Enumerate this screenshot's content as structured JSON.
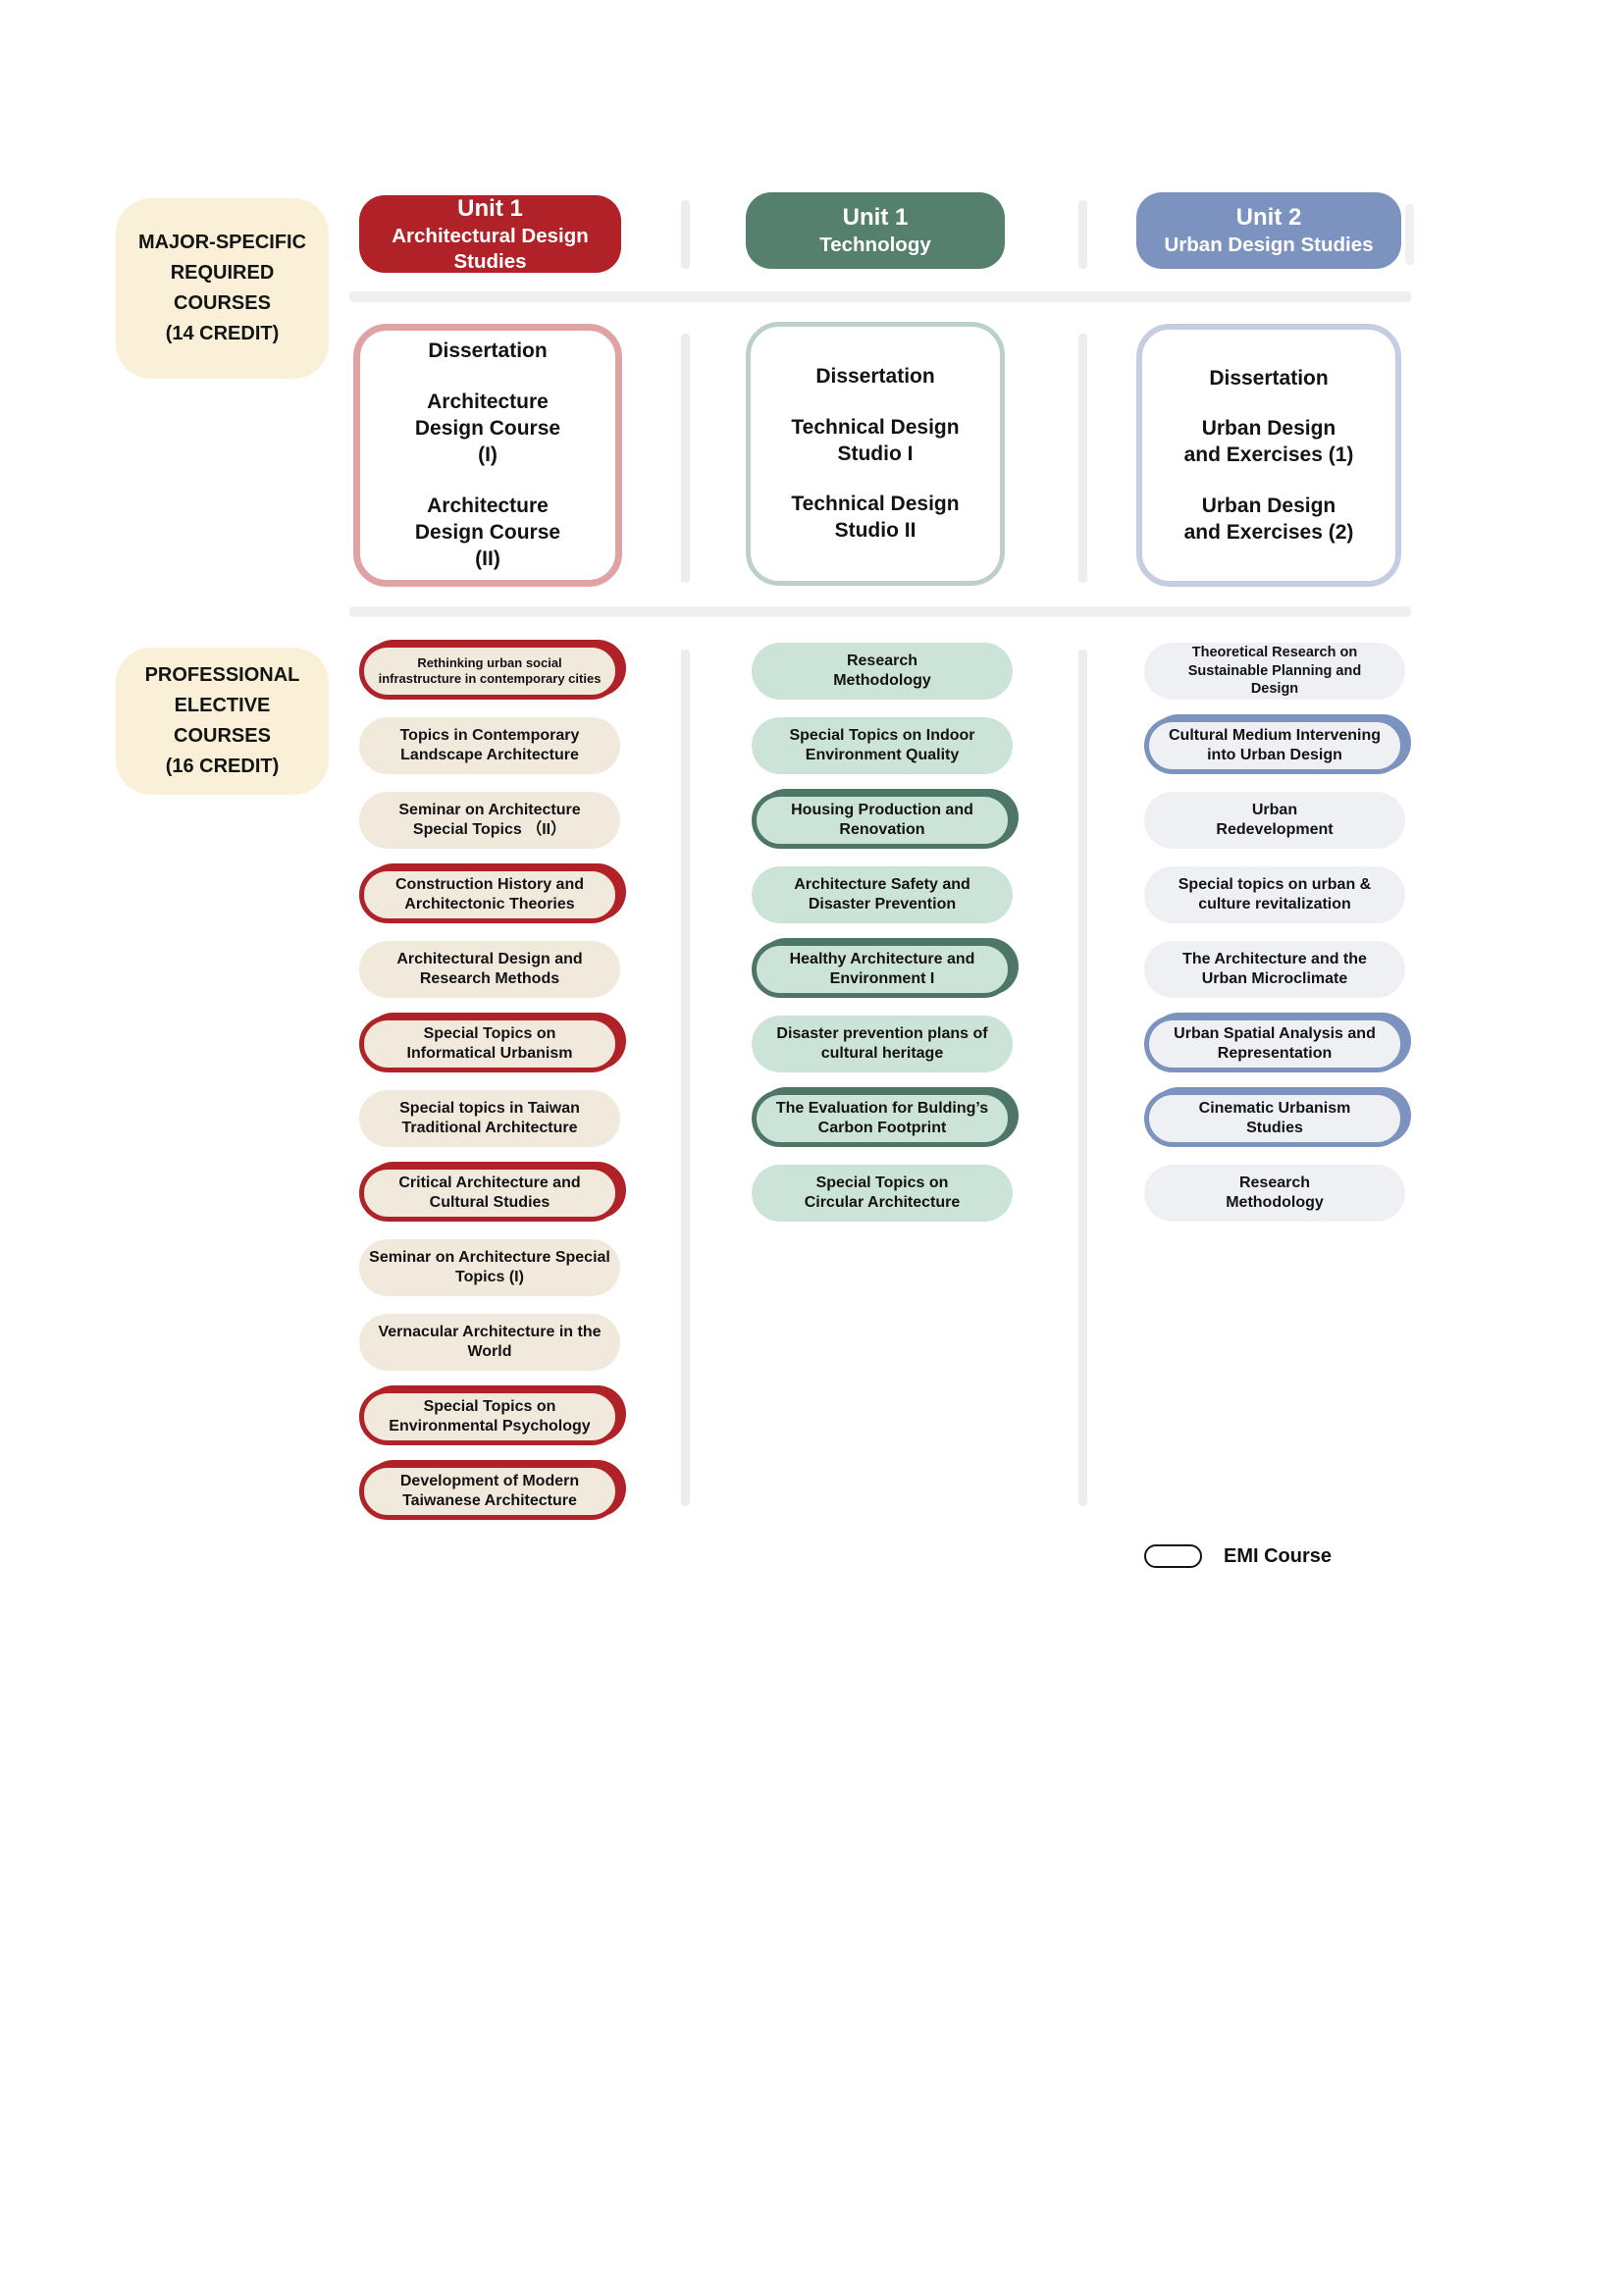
{
  "legend": {
    "label": "EMI Course"
  },
  "side_labels": [
    {
      "text": "MAJOR-SPECIFIC\nREQUIRED\nCOURSES\n(14 CREDIT)"
    },
    {
      "text": "PROFESSIONAL\nELECTIVE\nCOURSES\n(16 CREDIT)"
    }
  ],
  "colors": {
    "red": "#b02227",
    "red_light": "#dfa3a3",
    "green": "#56806e",
    "green_dark": "#4e7666",
    "green_light": "#cce3d8",
    "green_box_border": "#bcd0c7",
    "blue": "#7b93be",
    "blue_light": "#eef0f4",
    "blue_box_border": "#c4cee0",
    "cream": "#faf0d8",
    "beige": "#f1eadc",
    "gray_bar": "#efefef",
    "text": "#161616"
  },
  "columns": [
    {
      "header": {
        "line1": "Unit 1",
        "line2": "Architectural Design Studies"
      },
      "required": [
        "Dissertation",
        "Architecture\nDesign Course\n(I)",
        "Architecture\nDesign Course\n(II)"
      ],
      "electives": [
        {
          "text": "Rethinking urban social\ninfrastructure in contemporary cities",
          "emi": true
        },
        {
          "text": "Topics in Contemporary\nLandscape Architecture",
          "emi": false
        },
        {
          "text": "Seminar on Architecture\nSpecial Topics （II）",
          "emi": false
        },
        {
          "text": "Construction History and\nArchitectonic Theories",
          "emi": true
        },
        {
          "text": "Architectural Design and\nResearch Methods",
          "emi": false
        },
        {
          "text": "Special Topics on\nInformatical Urbanism",
          "emi": true
        },
        {
          "text": "Special topics in Taiwan\nTraditional Architecture",
          "emi": false
        },
        {
          "text": "Critical Architecture and\nCultural Studies",
          "emi": true
        },
        {
          "text": "Seminar on Architecture Special\nTopics (I)",
          "emi": false
        },
        {
          "text": "Vernacular Architecture in the\nWorld",
          "emi": false
        },
        {
          "text": "Special Topics on\nEnvironmental Psychology",
          "emi": true
        },
        {
          "text": "Development of Modern\nTaiwanese Architecture",
          "emi": true
        }
      ]
    },
    {
      "header": {
        "line1": "Unit 1",
        "line2": "Technology"
      },
      "required": [
        "Dissertation",
        "Technical Design\nStudio I",
        "Technical Design\nStudio II"
      ],
      "electives": [
        {
          "text": "Research\nMethodology",
          "emi": false
        },
        {
          "text": "Special Topics on Indoor\nEnvironment Quality",
          "emi": false
        },
        {
          "text": "Housing Production and\nRenovation",
          "emi": true
        },
        {
          "text": "Architecture Safety and\nDisaster Prevention",
          "emi": false
        },
        {
          "text": "Healthy Architecture and\nEnvironment I",
          "emi": true
        },
        {
          "text": "Disaster prevention plans of\ncultural heritage",
          "emi": false
        },
        {
          "text": "The Evaluation for Bulding’s\nCarbon Footprint",
          "emi": true
        },
        {
          "text": "Special Topics on\nCircular Architecture",
          "emi": false
        }
      ]
    },
    {
      "header": {
        "line1": "Unit 2",
        "line2": "Urban Design Studies"
      },
      "required": [
        "Dissertation",
        "Urban Design\nand Exercises (1)",
        "Urban Design\nand Exercises (2)"
      ],
      "electives": [
        {
          "text": "Theoretical Research on\nSustainable Planning and\nDesign",
          "emi": false
        },
        {
          "text": "Cultural Medium Intervening\ninto Urban Design",
          "emi": true
        },
        {
          "text": "Urban\nRedevelopment",
          "emi": false
        },
        {
          "text": "Special topics on urban &\nculture revitalization",
          "emi": false
        },
        {
          "text": "The Architecture and the\nUrban Microclimate",
          "emi": false
        },
        {
          "text": "Urban Spatial Analysis and\nRepresentation",
          "emi": true
        },
        {
          "text": "Cinematic Urbanism\nStudies",
          "emi": true
        },
        {
          "text": "Research\nMethodology",
          "emi": false
        }
      ]
    }
  ]
}
